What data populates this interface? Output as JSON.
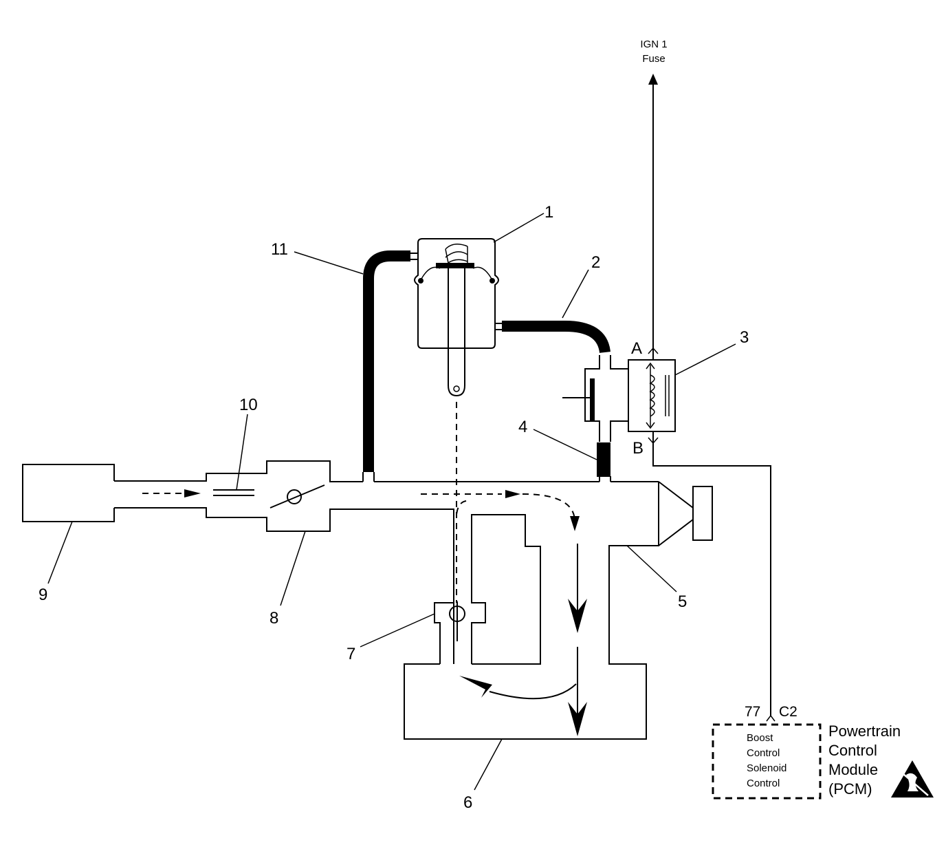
{
  "callouts": [
    "1",
    "2",
    "3",
    "4",
    "5",
    "6",
    "7",
    "8",
    "9",
    "10",
    "11"
  ],
  "ign_fuse": {
    "line1": "IGN 1",
    "line2": "Fuse"
  },
  "solenoid_pins": {
    "a": "A",
    "b": "B"
  },
  "pcm": {
    "pin_number": "77",
    "connector": "C2",
    "function_lines": [
      "Boost",
      "Control",
      "Solenoid",
      "Control"
    ],
    "name_lines": [
      "Powertrain",
      "Control",
      "Module",
      "(PCM)"
    ],
    "esd_symbol": "esd-warning-icon"
  }
}
